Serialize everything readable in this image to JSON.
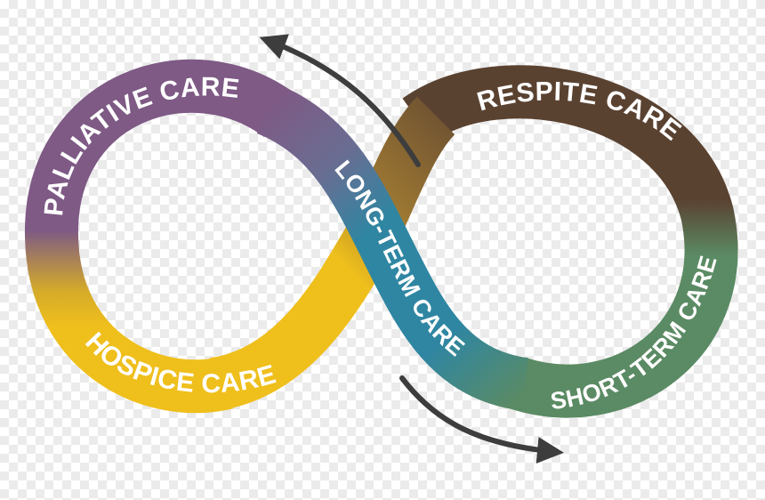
{
  "diagram": {
    "segments": [
      {
        "id": "palliative",
        "label": "PALLIATIVE CARE",
        "color": "#7e5a85"
      },
      {
        "id": "respite",
        "label": "RESPITE CARE",
        "color": "#5a4231"
      },
      {
        "id": "short_term",
        "label": "SHORT-TERM CARE",
        "color": "#5b8b64"
      },
      {
        "id": "hospice",
        "label": "HOSPICE CARE",
        "color": "#efbf1c"
      },
      {
        "id": "long_term",
        "label": "LONG-TERM CARE",
        "color": "#2f86a2"
      }
    ],
    "arrow_color": "#3d3d3d",
    "shape": "infinity-loop"
  }
}
